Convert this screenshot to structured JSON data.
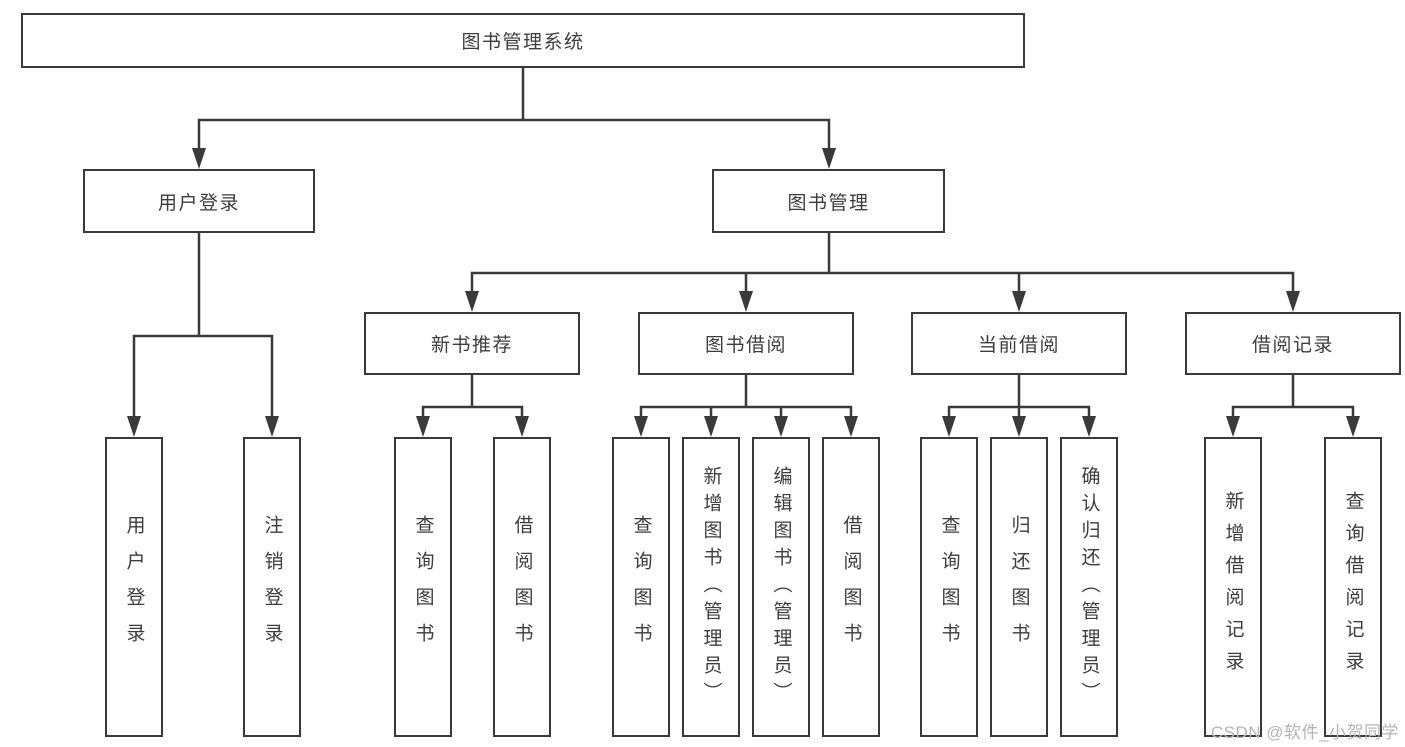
{
  "tree": {
    "root": {
      "label": "图书管理系统",
      "children": [
        {
          "label": "用户登录",
          "children": [
            {
              "label": "用户登录"
            },
            {
              "label": "注销登录"
            }
          ]
        },
        {
          "label": "图书管理",
          "children": [
            {
              "label": "新书推荐",
              "children": [
                {
                  "label": "查询图书"
                },
                {
                  "label": "借阅图书"
                }
              ]
            },
            {
              "label": "图书借阅",
              "children": [
                {
                  "label": "查询图书"
                },
                {
                  "label": "新增图书（管理员）"
                },
                {
                  "label": "编辑图书（管理员）"
                },
                {
                  "label": "借阅图书"
                }
              ]
            },
            {
              "label": "当前借阅",
              "children": [
                {
                  "label": "查询图书"
                },
                {
                  "label": "归还图书"
                },
                {
                  "label": "确认归还（管理员）"
                }
              ]
            },
            {
              "label": "借阅记录",
              "children": [
                {
                  "label": "新增借阅记录"
                },
                {
                  "label": "查询借阅记录"
                }
              ]
            }
          ]
        }
      ]
    }
  },
  "watermark": "CSDN @软件_小贺同学",
  "colors": {
    "line": "#3a3a3a",
    "text": "#3d3d3d",
    "box_fill": "#ffffff",
    "watermark": "#b5b5b5",
    "background": "#ffffff"
  }
}
